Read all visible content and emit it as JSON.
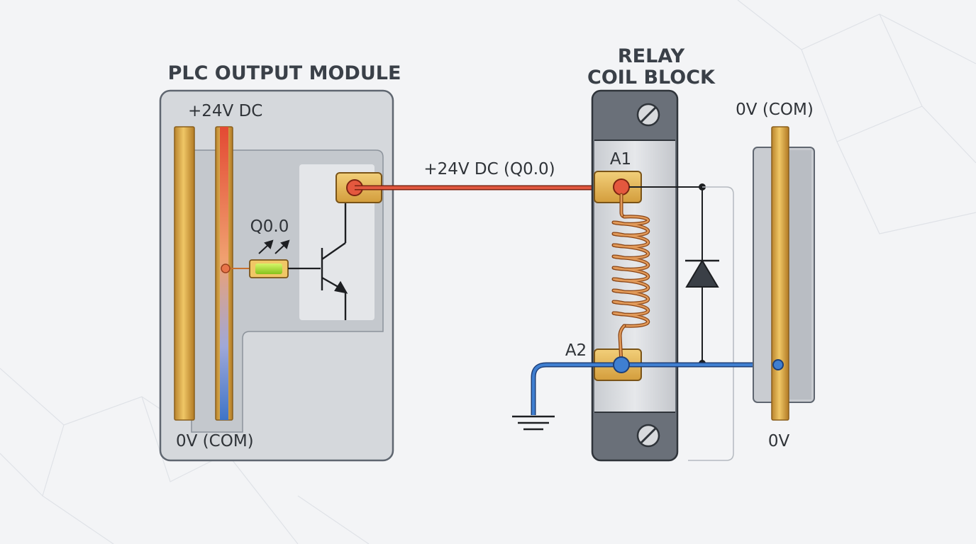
{
  "plc": {
    "title": "PLC OUTPUT MODULE",
    "supply_label": "+24V DC",
    "com_label": "0V (COM)",
    "output_label": "Q0.0"
  },
  "wire": {
    "signal_label": "+24V DC (Q0.0)"
  },
  "relay": {
    "title_line1": "RELAY",
    "title_line2": "COIL BLOCK",
    "a1_label": "A1",
    "a2_label": "A2"
  },
  "com_bus": {
    "top_label": "0V (COM)",
    "bottom_label": "0V"
  },
  "colors": {
    "positive_wire": "#e0573f",
    "negative_wire": "#3f7fd1",
    "copper": "#c8702e",
    "brass": "#d9a84a",
    "led": "#9edc2a"
  }
}
